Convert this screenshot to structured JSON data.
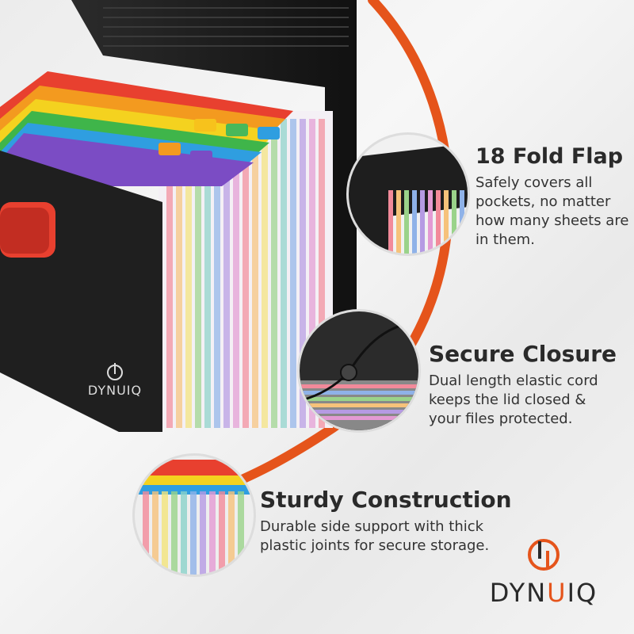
{
  "features": [
    {
      "title": "18 Fold Flap",
      "text": "Safely covers all pockets, no matter how many sheets are in them."
    },
    {
      "title": "Secure Closure",
      "text": "Dual length elastic cord keeps the lid closed & your files protected."
    },
    {
      "title": "Sturdy Construction",
      "text": "Durable side support with thick plastic joints for secure storage."
    }
  ],
  "box_logo_text": "DYNUIQ",
  "brand": {
    "part1": "DYN",
    "highlight": "U",
    "part2": "IQ"
  },
  "colors": {
    "accent": "#e5541b",
    "box": "#1f1f1f",
    "text": "#2a2a2a"
  },
  "icons": [
    "power-logo-icon"
  ]
}
